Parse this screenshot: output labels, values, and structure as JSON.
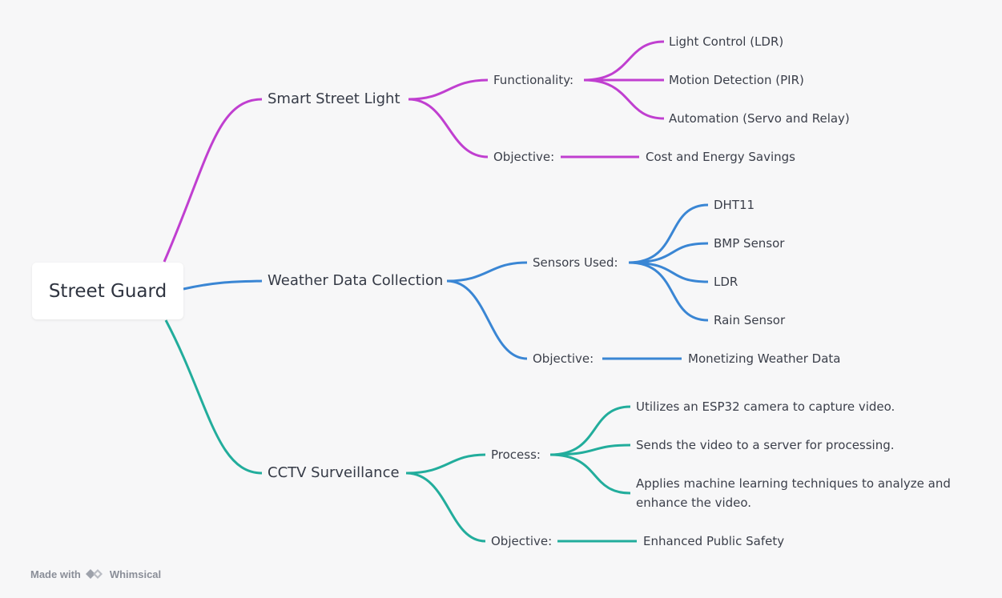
{
  "root": {
    "label": "Street Guard"
  },
  "colors": {
    "purple": "#c03fd0",
    "blue": "#3a86d4",
    "teal": "#22ad9c"
  },
  "branches": [
    {
      "label": "Smart Street Light",
      "color": "purple",
      "groups": [
        {
          "label": "Functionality:",
          "items": [
            "Light Control (LDR)",
            "Motion Detection (PIR)",
            "Automation (Servo and Relay)"
          ]
        },
        {
          "label": "Objective:",
          "items": [
            "Cost and Energy Savings"
          ]
        }
      ]
    },
    {
      "label": "Weather Data Collection",
      "color": "blue",
      "groups": [
        {
          "label": "Sensors Used:",
          "items": [
            "DHT11",
            "BMP Sensor",
            "LDR",
            "Rain Sensor"
          ]
        },
        {
          "label": "Objective:",
          "items": [
            "Monetizing Weather Data"
          ]
        }
      ]
    },
    {
      "label": "CCTV Surveillance",
      "color": "teal",
      "groups": [
        {
          "label": "Process:",
          "items": [
            "Utilizes an ESP32 camera to capture video.",
            "Sends the video to a server for processing.",
            "Applies machine learning techniques to analyze and enhance the video."
          ]
        },
        {
          "label": "Objective:",
          "items": [
            "Enhanced Public Safety"
          ]
        }
      ]
    }
  ],
  "footer": {
    "made_with": "Made with",
    "brand": "Whimsical",
    "logo_icon": "whimsical-logo-icon"
  }
}
